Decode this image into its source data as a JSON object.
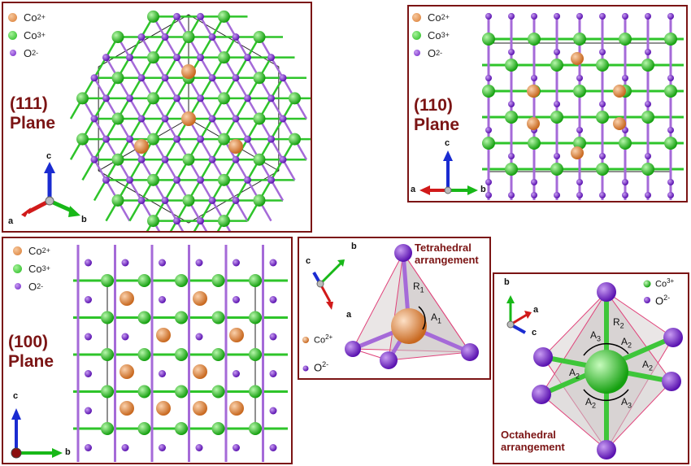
{
  "legend": {
    "co2_label": "Co",
    "co2_sup": "2+",
    "co3_label": "Co",
    "co3_sup": "3+",
    "o_label": "O",
    "o_sup": "2-"
  },
  "panel_111": {
    "label_line1": "(111)",
    "label_line2": "Plane",
    "axes": {
      "a": "a",
      "b": "b",
      "c": "c"
    }
  },
  "panel_110": {
    "label_line1": "(110)",
    "label_line2": "Plane",
    "axes": {
      "a": "a",
      "b": "b",
      "c": "c"
    }
  },
  "panel_100": {
    "label_line1": "(100)",
    "label_line2": "Plane",
    "axes": {
      "b": "b",
      "c": "c"
    }
  },
  "tetra": {
    "title_line1": "Tetrahedral",
    "title_line2": "arrangement",
    "bond_label": "R",
    "bond_sub": "1",
    "angle_label": "A",
    "angle_sub": "1",
    "axes": {
      "a": "a",
      "b": "b",
      "c": "c"
    }
  },
  "octa": {
    "title_line1": "Octahedral",
    "title_line2": "arrangement",
    "bond_label": "R",
    "bond_sub": "2",
    "angle_A2": "A",
    "angle_A2_sub": "2",
    "angle_A3": "A",
    "angle_A3_sub": "3",
    "axes": {
      "a": "a",
      "b": "b",
      "c": "c"
    }
  },
  "colors": {
    "frame": "#7b1414",
    "co2": "#d9792f",
    "co3": "#1fb81a",
    "oxygen": "#6d1fc7",
    "axis_a": "#d11a1a",
    "axis_b": "#18b818",
    "axis_c": "#1a2bd1"
  }
}
